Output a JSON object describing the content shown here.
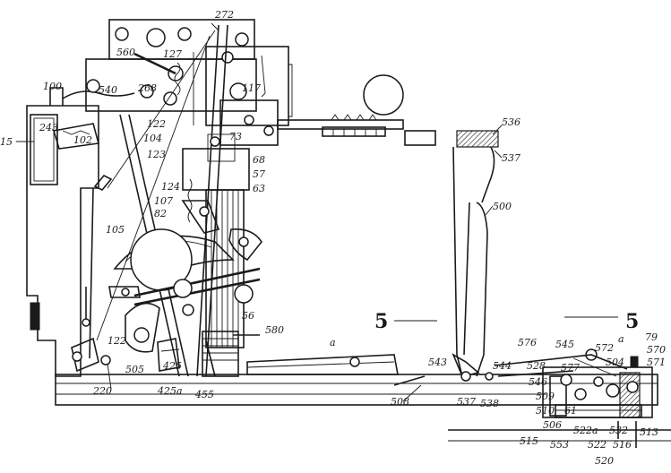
{
  "figure": {
    "section_marks": [
      "5",
      "5"
    ],
    "part_labels": [
      "272",
      "560",
      "127",
      "100",
      "540",
      "268",
      "117",
      "243",
      "102",
      "122",
      "104",
      "15",
      "73",
      "123",
      "68",
      "57",
      "63",
      "124",
      "107",
      "82",
      "105",
      "536",
      "537",
      "500",
      "56",
      "580",
      "a",
      "122",
      "505",
      "425",
      "220",
      "425a",
      "455",
      "508",
      "543",
      "537",
      "538",
      "576",
      "545",
      "544",
      "528",
      "577",
      "572",
      "a",
      "504",
      "79",
      "570",
      "571",
      "546",
      "509",
      "510",
      "515",
      "506",
      "553",
      "522a",
      "522",
      "516",
      "532",
      "513",
      "520",
      "61"
    ]
  }
}
